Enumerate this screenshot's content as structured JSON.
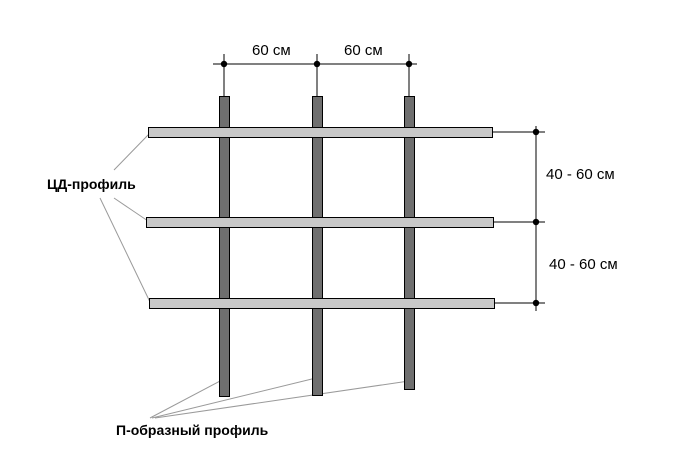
{
  "labels": {
    "top_dim_1": "60 см",
    "top_dim_2": "60 см",
    "right_dim_1": "40 - 60 см",
    "right_dim_2": "40 - 60 см",
    "cd_profile": "ЦД-профиль",
    "p_profile": "П-образный профиль"
  },
  "colors": {
    "vertical_bar": "#6f6f6f",
    "horizontal_bar": "#c8c8c8",
    "outline": "#000000",
    "leader": "#9a9a9a"
  }
}
